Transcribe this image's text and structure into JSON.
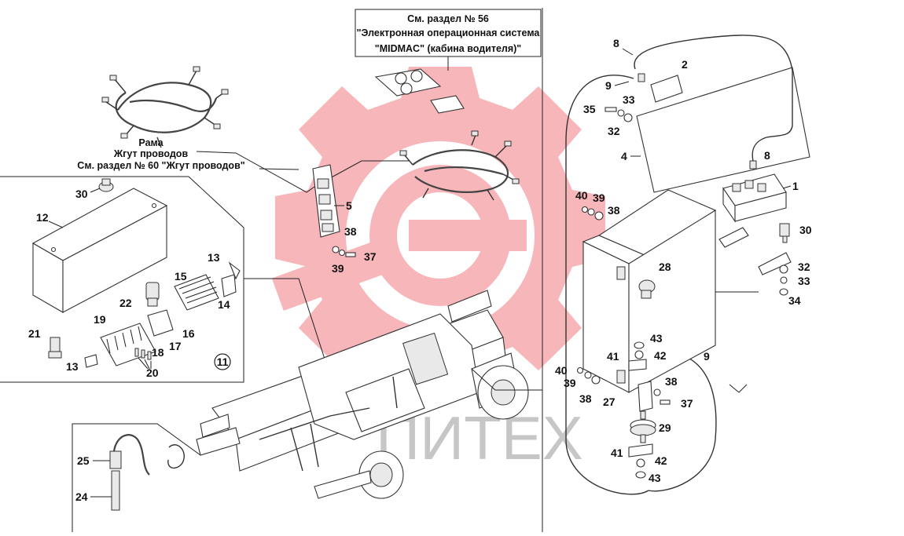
{
  "notes": {
    "section56": {
      "line1": "См. раздел № 56",
      "line2": "\"Электронная операционная система",
      "line3": "\"MIDMAC\" (кабина водителя)\""
    },
    "frame_harness": {
      "line1": "Рама",
      "line2": "Жгут проводов",
      "line3": "См. раздел № 60 \"Жгут проводов\""
    }
  },
  "watermark": {
    "text": "ПИТЕХ",
    "color": "#e8202a"
  },
  "callouts": {
    "c1": "1",
    "c2": "2",
    "c4": "4",
    "c5": "5",
    "c8a": "8",
    "c8b": "8",
    "c9a": "9",
    "c9b": "9",
    "c11": "11",
    "c12": "12",
    "c13a": "13",
    "c13b": "13",
    "c14": "14",
    "c15": "15",
    "c16": "16",
    "c17": "17",
    "c18": "18",
    "c19": "19",
    "c20": "20",
    "c21": "21",
    "c22": "22",
    "c24": "24",
    "c25": "25",
    "c27": "27",
    "c28": "28",
    "c29": "29",
    "c30a": "30",
    "c30b": "30",
    "c32a": "32",
    "c32b": "32",
    "c33a": "33",
    "c33b": "33",
    "c34": "34",
    "c35": "35",
    "c37a": "37",
    "c37b": "37",
    "c38a": "38",
    "c38b": "38",
    "c38c": "38",
    "c38d": "38",
    "c39a": "39",
    "c39b": "39",
    "c39c": "39",
    "c40a": "40",
    "c40b": "40",
    "c41a": "41",
    "c41b": "41",
    "c42a": "42",
    "c42b": "42",
    "c43a": "43",
    "c43b": "43"
  }
}
